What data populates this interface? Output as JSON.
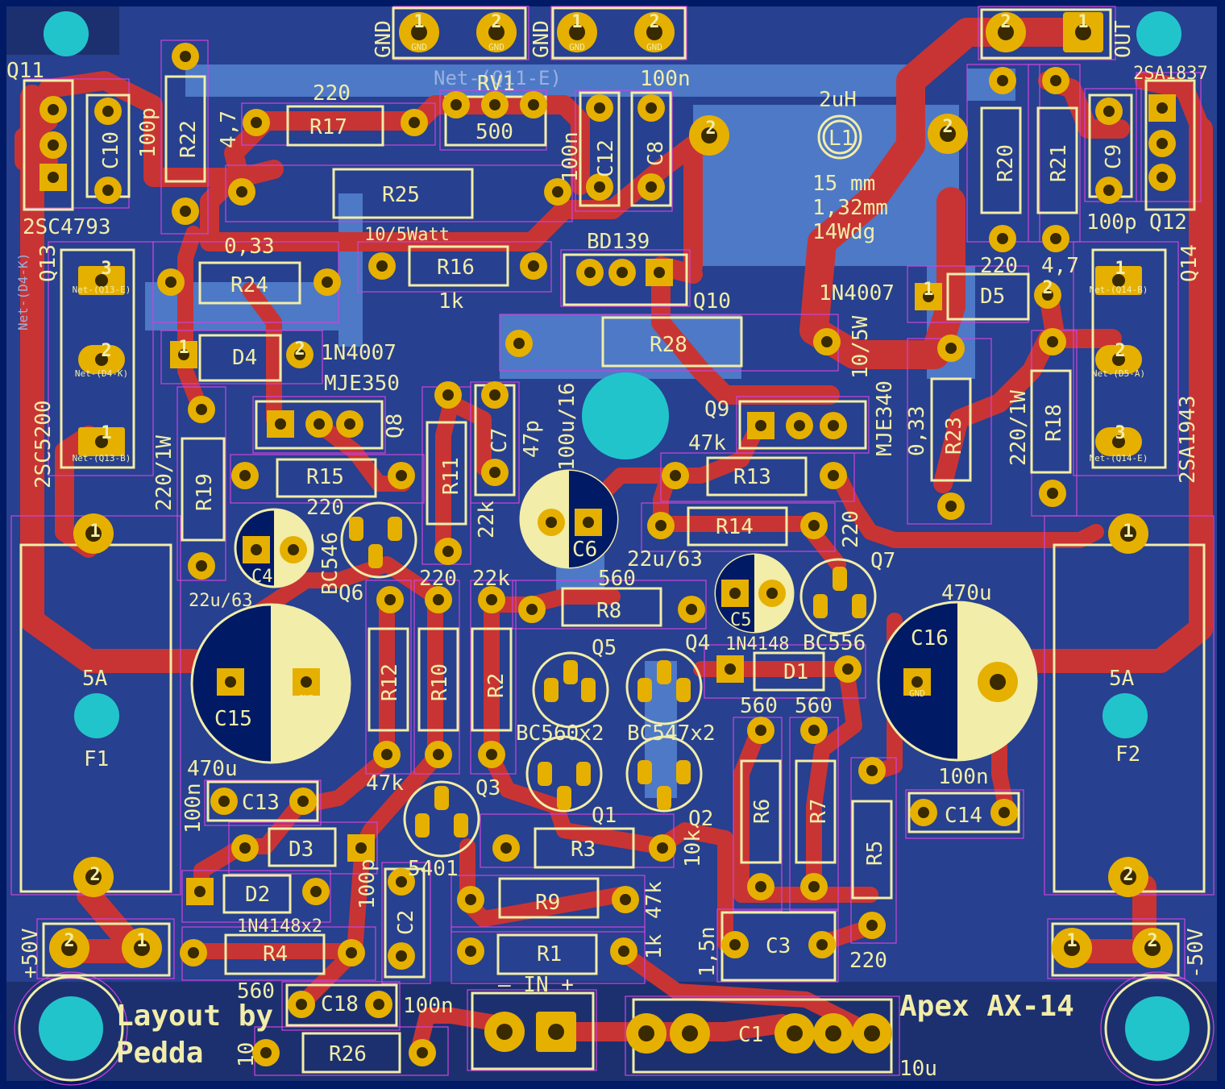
{
  "board": {
    "title": "Apex AX-14",
    "credit_line1": "Layout by",
    "credit_line2": "Pedda"
  },
  "colors": {
    "substrate": "#001a66",
    "copper_pour": "#27408f",
    "back_copper": "#4d79c7",
    "front_track": "#c83434",
    "pad": "#e6b000",
    "silk": "#f2eda8",
    "fab_outline": "#cc44dd",
    "npth_hole": "#22c4cc"
  },
  "labels": {
    "gnd_side": [
      "GND",
      "GND"
    ],
    "gnd_pad": "GND",
    "out": "OUT",
    "in": "— IN +",
    "plus50": "+50V",
    "minus50": "-50V",
    "net_q11e": "Net-(Q11-E)",
    "net_d4k": "Net-(D4-K)",
    "net_q13b": "Net-(Q13-B)",
    "net_q13e": "Net-(Q13-E)",
    "net_q14b": "Net-(Q14-B)",
    "net_q14e": "Net-(Q14-E)",
    "net_d5a": "Net-(D5-A)",
    "pad1": "1",
    "pad2": "2",
    "pad3": "3"
  },
  "refs": {
    "Q11": "Q11",
    "Q12": "Q12",
    "Q13": "Q13",
    "Q14": "Q14",
    "Q10": "Q10",
    "Q9": "Q9",
    "Q8": "Q8",
    "Q7": "Q7",
    "Q6": "Q6",
    "Q5": "Q5",
    "Q4": "Q4",
    "Q3": "Q3",
    "Q2": "Q2",
    "Q1": "Q1",
    "R1": "R1",
    "R2": "R2",
    "R3": "R3",
    "R4": "R4",
    "R5": "R5",
    "R6": "R6",
    "R7": "R7",
    "R8": "R8",
    "R9": "R9",
    "R10": "R10",
    "R11": "R11",
    "R12": "R12",
    "R13": "R13",
    "R14": "R14",
    "R15": "R15",
    "R16": "R16",
    "R17": "R17",
    "R18": "R18",
    "R19": "R19",
    "R20": "R20",
    "R21": "R21",
    "R22": "R22",
    "R23": "R23",
    "R24": "R24",
    "R25": "R25",
    "R26": "R26",
    "R28": "R28",
    "RV1": "RV1",
    "C1": "C1",
    "C2": "C2",
    "C3": "C3",
    "C4": "C4",
    "C5": "C5",
    "C6": "C6",
    "C7": "C7",
    "C8": "C8",
    "C9": "C9",
    "C10": "C10",
    "C12": "C12",
    "C13": "C13",
    "C14": "C14",
    "C15": "C15",
    "C16": "C16",
    "C18": "C18",
    "D1": "D1",
    "D2": "D2",
    "D3": "D3",
    "D4": "D4",
    "D5": "D5",
    "L1": "L1",
    "F1": "F1",
    "F2": "F2"
  },
  "values": {
    "q11_part": "2SC4793",
    "q12_part": "2SA1837",
    "q13_part": "2SC5200",
    "q14_part": "2SA1943",
    "q10_part": "BD139",
    "q9_part": "MJE340",
    "q8_part": "MJE350",
    "q7_part": "BC556",
    "q6_part": "BC546",
    "q3_part": "5401",
    "q12_pair": "BC560x2",
    "q34_pair": "BC547x2",
    "d4_part": "1N4007",
    "d5_part": "1N4007",
    "d1_part": "1N4148",
    "d23_part": "1N4148x2",
    "r17": "220",
    "rv1": "500",
    "r22": "4,7",
    "r25": "10/5Watt",
    "r16": "1k",
    "r24": "0,33",
    "r28": "10/5W",
    "r23": "0,33",
    "r18": "220/1W",
    "r19": "220/1W",
    "r15": "220",
    "r20": "220",
    "r21": "4,7",
    "r13": "47k",
    "r14": "220",
    "r11": "22k",
    "r12": "47k",
    "r10": "220",
    "r2": "22k",
    "r8": "560",
    "r6": "560",
    "r7": "560",
    "r5": "220",
    "r3": "10k",
    "r9": "47k",
    "r1": "1k",
    "r4": "560",
    "r26": "10",
    "c10": "100p",
    "c9": "100p",
    "c12": "100n",
    "c8": "100n",
    "c7": "47p",
    "c6": "100u/16",
    "c4": "22u/63",
    "c5": "22u/63",
    "c15": "470u",
    "c16": "470u",
    "c13": "100n",
    "c14": "100n",
    "c2": "100p",
    "c3": "1,5n",
    "c18": "100n",
    "c1": "10u",
    "l1_value": "2uH",
    "l1_dim1": "15 mm",
    "l1_dim2": "1,32mm",
    "l1_dim3": "14Wdg",
    "fuse": "5A"
  }
}
